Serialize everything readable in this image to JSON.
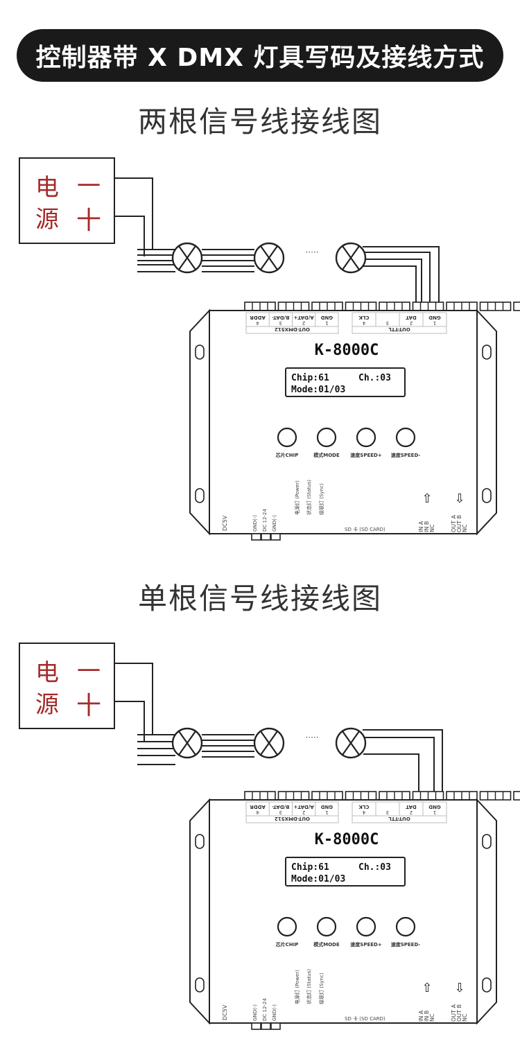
{
  "header": {
    "title": "控制器带 X DMX  灯具写码及接线方式",
    "bg_color": "#1a1a1a"
  },
  "diagrams": [
    {
      "title": "两根信号线接线图",
      "power": {
        "label_top": "电",
        "label_bottom": "源",
        "minus": "一",
        "plus": "十",
        "text_color": "#a52a2a"
      },
      "ellipsis": "·····",
      "controller": {
        "model": "K-8000C",
        "lcd": {
          "line1_left": "Chip:61",
          "line1_right": "Ch.:03",
          "line2": "Mode:01/03"
        },
        "dmx_header": {
          "pins": [
            "GND",
            "A/DAT+",
            "B/DAT-",
            "ADDR"
          ],
          "nums": [
            "1",
            "2",
            "3",
            "4"
          ],
          "group": "OUT-DMX512"
        },
        "ttl_header": {
          "pins": [
            "GND",
            "DAT",
            "",
            "CLK"
          ],
          "nums": [
            "1",
            "2",
            "3",
            "4"
          ],
          "group": "OUT-TTL"
        },
        "buttons": [
          "芯片CHIP",
          "模式MODE",
          "速度SPEED+",
          "速度SPEED-"
        ],
        "bottom_labels": {
          "dc5v": "DC5V",
          "gnd1": "GND(-)",
          "dc": "DC 12-24",
          "gnd2": "GND(-)",
          "led_power": "电源灯 (Power)",
          "led_status": "状态灯 (Status)",
          "led_sync": "级联灯 (Sync)",
          "sd": "SD 卡 (SD CARD)",
          "in_a": "IN A",
          "in_b": "IN B",
          "in_nc": "NC",
          "out_a": "OUT A",
          "out_b": "OUT B",
          "out_nc": "NC"
        }
      }
    },
    {
      "title": "单根信号线接线图",
      "power": {
        "label_top": "电",
        "label_bottom": "源",
        "minus": "一",
        "plus": "十",
        "text_color": "#a52a2a"
      },
      "ellipsis": "·····",
      "controller": {
        "model": "K-8000C",
        "lcd": {
          "line1_left": "Chip:61",
          "line1_right": "Ch.:03",
          "line2": "Mode:01/03"
        },
        "dmx_header": {
          "pins": [
            "GND",
            "A/DAT+",
            "B/DAT-",
            "ADDR"
          ],
          "nums": [
            "1",
            "2",
            "3",
            "4"
          ],
          "group": "OUT-DMX512"
        },
        "ttl_header": {
          "pins": [
            "GND",
            "DAT",
            "",
            "CLK"
          ],
          "nums": [
            "1",
            "2",
            "3",
            "4"
          ],
          "group": "OUT-TTL"
        },
        "buttons": [
          "芯片CHIP",
          "模式MODE",
          "速度SPEED+",
          "速度SPEED-"
        ],
        "bottom_labels": {
          "dc5v": "DC5V",
          "gnd1": "GND(-)",
          "dc": "DC 12-24",
          "gnd2": "GND(-)",
          "led_power": "电源灯 (Power)",
          "led_status": "状态灯 (Status)",
          "led_sync": "级联灯 (Sync)",
          "sd": "SD 卡 (SD CARD)",
          "in_a": "IN A",
          "in_b": "IN B",
          "in_nc": "NC",
          "out_a": "OUT A",
          "out_b": "OUT B",
          "out_nc": "NC"
        }
      }
    }
  ]
}
